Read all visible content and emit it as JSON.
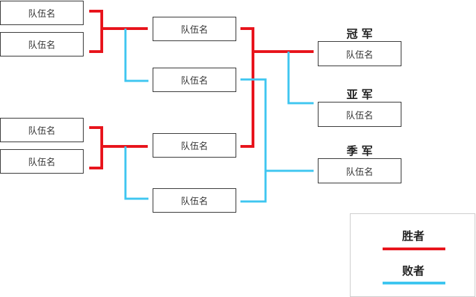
{
  "bracket": {
    "round1": [
      "队伍名",
      "队伍名",
      "队伍名",
      "队伍名"
    ],
    "round2": [
      "队伍名",
      "队伍名",
      "队伍名",
      "队伍名"
    ],
    "final": {
      "champion": {
        "title": "冠 军",
        "team": "队伍名"
      },
      "runner_up": {
        "title": "亚 军",
        "team": "队伍名"
      },
      "third": {
        "title": "季 军",
        "team": "队伍名"
      }
    }
  },
  "legend": {
    "winner": "胜者",
    "loser": "败者"
  },
  "colors": {
    "winner": "#e8141c",
    "loser": "#3ec6f0",
    "border": "#333333"
  }
}
